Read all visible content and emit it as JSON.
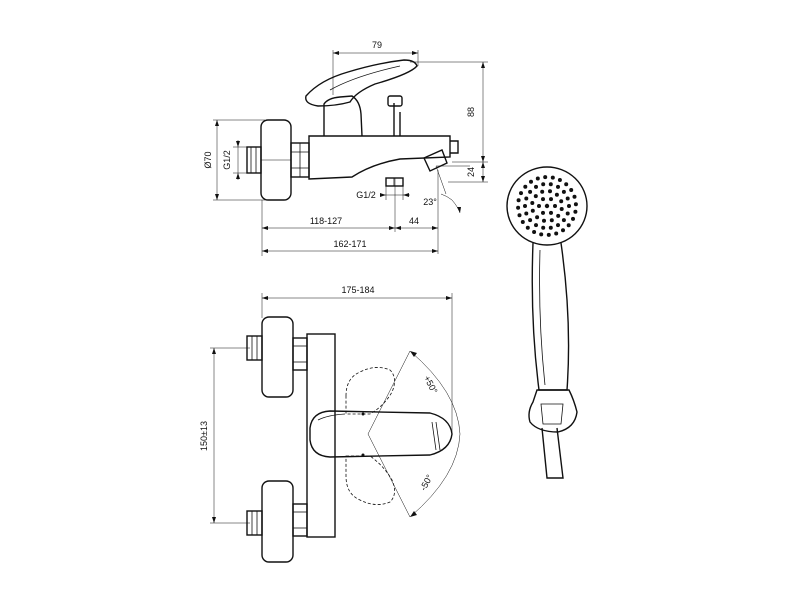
{
  "dimensions": {
    "lever_depth": "79",
    "height_top": "88",
    "spout_height": "24",
    "diameter_rosette": "Ø70",
    "thread_inlet": "G1/2",
    "thread_outlet": "G1/2",
    "wall_to_outlet": "118-127",
    "outlet_spacing": "44",
    "wall_to_spout": "162-171",
    "spout_angle": "23°",
    "total_depth": "175-184",
    "inlet_centers": "150±13",
    "rotation_plus": "+50°",
    "rotation_minus": "-50°"
  }
}
